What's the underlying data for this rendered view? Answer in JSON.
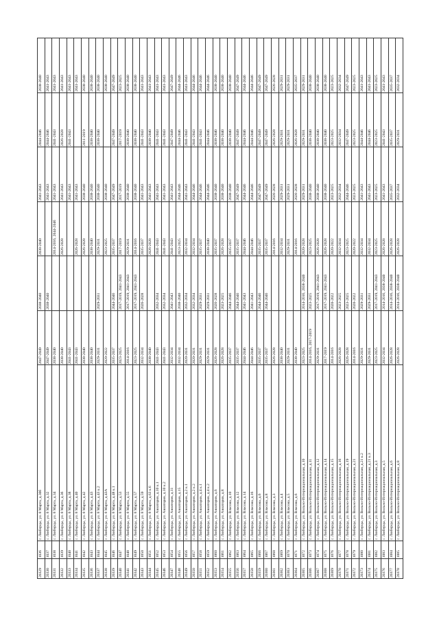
{
  "rows": [
    [
      "20329",
      "1036",
      "г. Люберцы, ул. 8 Марта, д.30б",
      "2047-2049",
      "2038-2040",
      "2038-2040",
      "2041-2043",
      "2044-2046",
      "2038-2040"
    ],
    [
      "20330",
      "1037",
      "г. Люберцы, ул. 8 Марта, д.32",
      "2047-2049",
      "2038-2040",
      "",
      "2041-2043",
      "2044-2046",
      "2041-2043"
    ],
    [
      "20331",
      "1038",
      "г. Люберцы, ул. 8 Марта, д.34",
      "2038-2040",
      "",
      "2014-2016, 2044-2046",
      "2041-2043",
      "2041-2043",
      "2041-2043"
    ],
    [
      "20332",
      "1039",
      "г. Люберцы, ул. 8 Марта, д.36",
      "2038-2040",
      "",
      "2026-2028",
      "2041-2043",
      "2026-2028",
      "2041-2043"
    ],
    [
      "20333",
      "1040",
      "г. Люберцы, ул. 8 Марта, д.38",
      "2041-2043",
      "",
      "",
      "2041-2043",
      "2041-2043",
      "2041-2043"
    ],
    [
      "20334",
      "1041",
      "г. Люберцы, ул. 8 Марта, д.40",
      "2041-2043",
      "",
      "2026-2028",
      "2041-2043",
      "",
      "2041-2043"
    ],
    [
      "20335",
      "1042",
      "г. Люберцы, ул. 8 Марта, д.42",
      "2038-2040",
      "",
      "2026-2028",
      "2038-2040",
      "2011-2019",
      "2038-2040"
    ],
    [
      "20336",
      "1043",
      "г. Люберцы, ул. 8 Марта, д.43",
      "2038-2040",
      "",
      "2038-2040",
      "2038-2040",
      "2038-2040",
      "2038-2040"
    ],
    [
      "20337",
      "1044",
      "г. Люберцы, ул. 8 Марта, д.43 к.2",
      "2029-2031",
      "2029-2031",
      "2029-2031",
      "2038-2040",
      "2038-2040",
      "2038-2040"
    ],
    [
      "20338",
      "1045",
      "г. Люберцы, ул. 8 Марта, д.43А",
      "2020-2022",
      "",
      "2023-2025",
      "2038-2040",
      "",
      "2038-2040"
    ],
    [
      "20339",
      "1046",
      "г. Люберцы, ул. 8 Марта, д.48 к.1",
      "2035-2037",
      "2044-2046",
      "2035-2037",
      "2047-2049",
      "2047-2049",
      "2047-2049"
    ],
    [
      "20340",
      "1047",
      "г. Люберцы, ул. 8 Марта, д.53",
      "2023-2025",
      "2017-2019, 2041-2043",
      "2017-2019",
      "2017-2019",
      "2017-2019",
      "2023-2025"
    ],
    [
      "20341",
      "1048",
      "г. Люберцы, ул. 8 Марта, д.55",
      "2014-2016",
      "2017-2019, 2041-2043",
      "2029-2031",
      "2038-2040",
      "2038-2040",
      "2038-2040"
    ],
    [
      "20342",
      "1049",
      "г. Люберцы, ул. 8 Марта, д.57",
      "2023-2025",
      "2017-2019, 2041-2043",
      "2014-2016",
      "2038-2040",
      "2038-2040",
      "2038-2040"
    ],
    [
      "20343",
      "1050",
      "г. Люберцы, ул. 8 Марта, д.59",
      "2032-2034",
      "2026-2028",
      "2035-2037",
      "2041-2043",
      "2041-2043",
      "2041-2043"
    ],
    [
      "20344",
      "1051",
      "г. Люберцы, ул. 8 Марта, д.63 к.6",
      "2038-2040",
      "",
      "2026-2028",
      "2041-2043",
      "2038-2040",
      "2041-2043"
    ],
    [
      "20345",
      "1052",
      "г. Люберцы, ул. Авиаторов, д.10 к.1",
      "2041-2043",
      "2032-2034",
      "2041-2043",
      "2041-2043",
      "2041-2043",
      "2041-2043"
    ],
    [
      "20346",
      "1053",
      "г. Люберцы, ул. Авиаторов, д.10 к.2",
      "2041-2043",
      "2032-2034",
      "2041-2043",
      "2041-2043",
      "2041-2043",
      "2041-2043"
    ],
    [
      "20347",
      "1054",
      "г. Люберцы, ул. Авиаторов, д.11",
      "2032-2034",
      "2041-2043",
      "2041-2043",
      "2041-2043",
      "2047-2049",
      "2047-2049"
    ],
    [
      "20348",
      "1055",
      "г. Люберцы, ул. Авиаторов, д.15",
      "2032-2034",
      "2038-2040",
      "2023-2025",
      "2044-2046",
      "2044-2046",
      "2044-2046"
    ],
    [
      "20349",
      "1056",
      "г. Люберцы, ул. Авиаторов, д.2 к.1",
      "2020-2031",
      "2032-2034",
      "2032-2034",
      "2041-2043",
      "2041-2043",
      "2041-2043"
    ],
    [
      "20350",
      "1057",
      "г. Люберцы, ул. Авиаторов, д.2 к.2",
      "2020-2031",
      "2032-2034",
      "2032-2034",
      "2044-2046",
      "2041-2043",
      "2044-2046"
    ],
    [
      "20351",
      "1058",
      "г. Люберцы, ул. Авиаторов, д.4 к.1",
      "2029-2031",
      "2029-2031",
      "2035-2037",
      "2044-2046",
      "2041-2043",
      "2044-2046"
    ],
    [
      "20352",
      "1059",
      "г. Люберцы, ул. Авиаторов, д.4 к.2",
      "2029-2031",
      "2029-2031",
      "2038-2040",
      "2044-2046",
      "2044-2046",
      "2044-2046"
    ],
    [
      "20353",
      "1060",
      "г. Люберцы, ул. Авиаторов, д.6",
      "2026-2028",
      "2026-2028",
      "2035-2037",
      "2038-2040",
      "2038-2040",
      "2038-2040"
    ],
    [
      "20354",
      "1061",
      "г. Люберцы, ул. Авиаторов, д.8",
      "2026-2028",
      "2023-2025",
      "2026-2028",
      "2038-2040",
      "2038-2040",
      "2038-2040"
    ],
    [
      "20355",
      "1062",
      "г. Люберцы, ул. Власова, д.10",
      "2035-2037",
      "2044-2046",
      "2035-2037",
      "2038-2040",
      "2038-2040",
      "2038-2040"
    ],
    [
      "20356",
      "1063",
      "г. Люберцы, ул. Власова, д.12",
      "2035-2037",
      "2044-2046",
      "2035-2037",
      "2047-2049",
      "2047-2049",
      "2047-2049"
    ],
    [
      "20357",
      "1064",
      "г. Люберцы, ул. Власова, д.14",
      "2044-2046",
      "2041-2043",
      "2044-2046",
      "2044-2046",
      "2044-2046",
      "2044-2046"
    ],
    [
      "20358",
      "1065",
      "г. Люберцы, ул. Власова, д.16",
      "2044-2046",
      "2041-2043",
      "2044-2046",
      "2044-2046",
      "2044-2046",
      "2044-2046"
    ],
    [
      "20359",
      "1066",
      "г. Люберцы, ул. Власова, д.6",
      "2035-2037",
      "2044-2046",
      "2035-2037",
      "2047-2049",
      "2047-2049",
      "2047-2049"
    ],
    [
      "20360",
      "1067",
      "г. Люберцы, ул. Власова, д.8",
      "2035-2037",
      "2044-2046",
      "2035-2037",
      "2047-2049",
      "2047-2049",
      "2047-2049"
    ],
    [
      "20361",
      "1068",
      "г. Люберцы, ул. Власова, д.3",
      "2026-2028",
      "",
      "2014-2016",
      "2026-2028",
      "2026-2028",
      "2026-2028"
    ],
    [
      "20362",
      "1069",
      "г. Люберцы, ул. Власова, д.4",
      "2038-2040",
      "",
      "2032-2034",
      "2029-2031",
      "2029-2031",
      "2029-2031"
    ],
    [
      "20363",
      "1070",
      "г. Люберцы, ул. Власова, д.5",
      "2029-2031",
      "",
      "2029-2031",
      "2029-2031",
      "2029-2031",
      "2029-2031"
    ],
    [
      "20364",
      "1071",
      "г. Люберцы, ул. Власова, д.6",
      "2038-2040",
      "",
      "2014-2016",
      "2026-2028",
      "2026-2028",
      "2035-2037"
    ],
    [
      "20365",
      "1072",
      "г. Люберцы, ул. Вольно-Интернациональная, д.10",
      "2023-2025",
      "2014-2016, 2038-2040",
      "2020-2028",
      "2029-2031",
      "2029-2031",
      "2029-2031"
    ],
    [
      "20366",
      "1073",
      "г. Люберцы, ул. Вольно-Интернациональная, д.11",
      "2014-2016, 2017-2019",
      "2023-2025",
      "2023-2025",
      "2038-2040",
      "2038-2040",
      "2038-2040"
    ],
    [
      "20367",
      "1074",
      "г. Люберцы, ул. Вольно-Интернациональная, д.12",
      "2029-2031",
      "2017-2019, 2041-2043",
      "2026-2028",
      "2038-2040",
      "2038-2040",
      "2038-2040"
    ],
    [
      "20368",
      "1075",
      "г. Люберцы, ул. Вольно-Интернациональная, д.14",
      "2017-2019",
      "2017-2019, 2041-2043",
      "2026-2028",
      "2038-2040",
      "2038-2040",
      "2038-2040"
    ],
    [
      "20369",
      "1076",
      "г. Люберцы, ул. Вольно-Интернациональная, д.15",
      "2014-2016",
      "2020-2022",
      "2020-2022",
      "2023-2025",
      "2023-2025",
      "2023-2025"
    ],
    [
      "20370",
      "1077",
      "г. Люберцы, ул. Вольно-Интернациональная, д.16",
      "2026-2028",
      "2023-2025",
      "2032-2034",
      "2032-2034",
      "2032-2034",
      "2032-2034"
    ],
    [
      "20371",
      "1078",
      "г. Люберцы, ул. Вольно-Интернациональная, д.19",
      "2026-2028",
      "2023-2025",
      "2023-2025",
      "2044-2046",
      "2047-2049",
      "2047-2049"
    ],
    [
      "20372",
      "1079",
      "г. Люберцы, ул. Вольно-Интернациональная, д.21",
      "2014-2016",
      "2020-2022",
      "2020-2022",
      "2023-2025",
      "2023-2025",
      "2023-2025"
    ],
    [
      "20373",
      "1080",
      "г. Люберцы, ул. Вольно-Интернациональная, д.21 к.2",
      "2029-2031",
      "2029-2031",
      "2032-2034",
      "2041-2043",
      "2044-2046",
      "2041-2043"
    ],
    [
      "20374",
      "1081",
      "г. Люберцы, ул. Вольно-Интернациональная, д.21 к.3",
      "2029-2031",
      "2029-2031",
      "2032-2034",
      "2041-2043",
      "2044-2046",
      "2041-2043"
    ],
    [
      "20375",
      "1082",
      "г. Люберцы, ул. Вольно-Интернациональная, д.3",
      "2023-2025",
      "2017-2019, 2041-2043",
      "2023-2025",
      "2023-2025",
      "2023-2025",
      "2023-2025"
    ],
    [
      "20376",
      "1083",
      "г. Люберцы, ул. Вольно-Интернациональная, д.5",
      "2032-2034",
      "2014-2016, 2038-2040",
      "2026-2028",
      "2041-2043",
      "2041-2043",
      "2041-2043"
    ],
    [
      "20377",
      "1084",
      "г. Люберцы, ул. Вольно-Интернациональная, д.6",
      "2026-2028",
      "2014-2016, 2038-2040",
      "2026-2028",
      "2035-2037",
      "2035-2037",
      "2035-2037"
    ],
    [
      "20378",
      "1085",
      "г. Люберцы, ул. Вольно-Интернациональная, д.8",
      "2026-2028",
      "2014-2016, 2038-2040",
      "2026-2028",
      "2032-2034",
      "2029-2031",
      "2032-2034"
    ]
  ]
}
